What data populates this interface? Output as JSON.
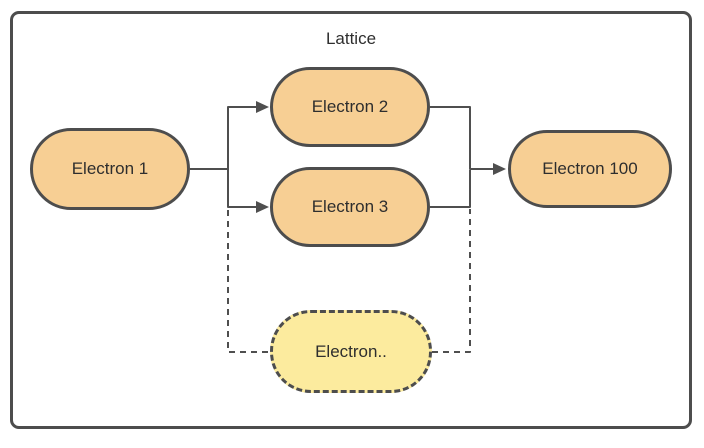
{
  "diagram": {
    "type": "flowchart",
    "container": {
      "label": "Lattice"
    },
    "nodes": [
      {
        "id": "electron-1",
        "label": "Electron 1",
        "shape": "stadium",
        "border": "solid",
        "fill": "#F7CF94"
      },
      {
        "id": "electron-2",
        "label": "Electron 2",
        "shape": "stadium",
        "border": "solid",
        "fill": "#F7CF94"
      },
      {
        "id": "electron-3",
        "label": "Electron 3",
        "shape": "stadium",
        "border": "solid",
        "fill": "#F7CF94"
      },
      {
        "id": "electron-100",
        "label": "Electron 100",
        "shape": "stadium",
        "border": "solid",
        "fill": "#F7CF94"
      },
      {
        "id": "electron-etc",
        "label": "Electron..",
        "shape": "stadium",
        "border": "dashed",
        "fill": "#FCEB9E"
      }
    ],
    "edges": [
      {
        "from": "electron-1",
        "to": "electron-2",
        "style": "solid",
        "arrow": true
      },
      {
        "from": "electron-1",
        "to": "electron-3",
        "style": "solid",
        "arrow": true
      },
      {
        "from": "electron-1",
        "to": "electron-etc",
        "style": "dashed",
        "arrow": false
      },
      {
        "from": "electron-2",
        "to": "electron-100",
        "style": "solid",
        "arrow": true
      },
      {
        "from": "electron-3",
        "to": "electron-100",
        "style": "solid",
        "arrow": false
      },
      {
        "from": "electron-etc",
        "to": "electron-100",
        "style": "dashed",
        "arrow": false
      }
    ],
    "colors": {
      "node_fill_orange": "#F7CF94",
      "node_fill_yellow": "#FCEB9E",
      "stroke": "#4D4D4D",
      "edge_stroke": "#4F4F4F",
      "text": "#2E2E2E",
      "background": "#FFFFFF"
    }
  }
}
